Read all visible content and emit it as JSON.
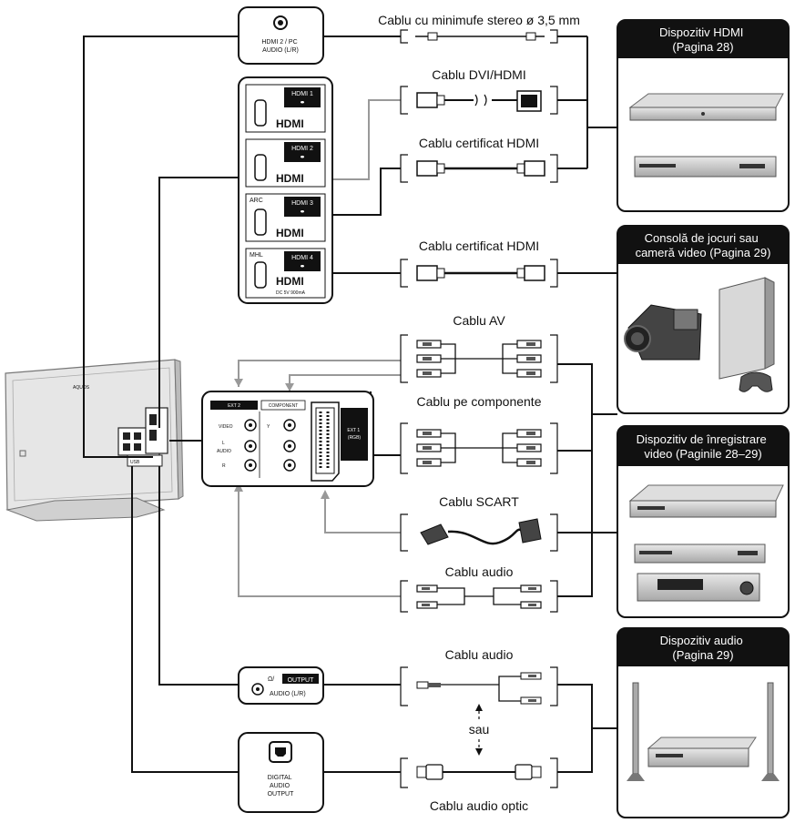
{
  "ports": {
    "hdmi2_pc_audio": "HDMI 2 / PC\nAUDIO (L/R)",
    "hdmi1": "HDMI 1",
    "hdmi2": "HDMI 2",
    "hdmi3": "HDMI 3",
    "hdmi4": "HDMI 4",
    "arc": "ARC",
    "mhl": "MHL",
    "hdmi_logo": "HDMI",
    "mhl_power": "DC 5V 900mA",
    "output_tag": "OUTPUT",
    "output_audio": "AUDIO (L/R)",
    "digital_audio_output": "DIGITAL\nAUDIO\nOUTPUT",
    "ext2": "EXT 2",
    "component": "COMPONENT",
    "video": "VIDEO",
    "audio_l": "L",
    "audio_r": "R",
    "audio_mid": "AUDIO",
    "comp_y": "Y",
    "ext1": "EXT 1\n(RGB)",
    "tv_brand": "AQUOS",
    "tv_port_strip": "USB"
  },
  "cables": {
    "minijack": "Cablu cu minimufe stereo ø 3,5 mm",
    "dvi_hdmi": "Cablu DVI/HDMI",
    "hdmi_cert_1": "Cablu certificat HDMI",
    "hdmi_cert_2": "Cablu certificat HDMI",
    "av": "Cablu AV",
    "component": "Cablu pe componente",
    "scart": "Cablu SCART",
    "audio_1": "Cablu audio",
    "audio_2": "Cablu audio",
    "or": "sau",
    "optical": "Cablu audio optic"
  },
  "devices": {
    "hdmi": "Dispozitiv HDMI\n(Pagina 28)",
    "game": "Consolă de jocuri sau\ncameră video (Pagina 29)",
    "recorder": "Dispozitiv de înregistrare\nvideo (Paginile 28–29)",
    "audio": "Dispozitiv audio\n(Pagina 29)"
  },
  "colors": {
    "header_bg": "#111111",
    "line": "#111111",
    "line_gray": "#999999",
    "device_gray": "#c8c8c8"
  }
}
